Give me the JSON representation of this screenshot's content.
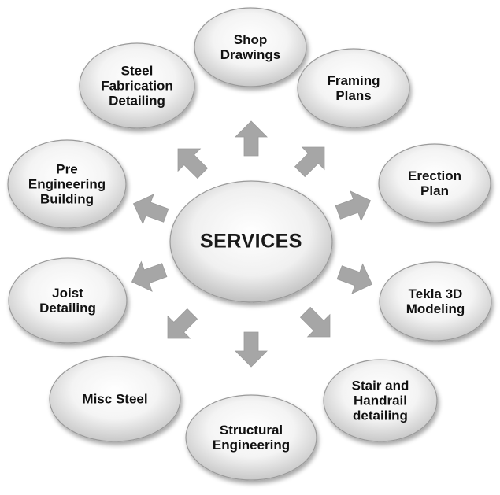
{
  "center": {
    "label": "SERVICES"
  },
  "services": [
    {
      "lines": [
        "Shop",
        "Drawings"
      ]
    },
    {
      "lines": [
        "Framing",
        "Plans"
      ]
    },
    {
      "lines": [
        "Erection",
        "Plan"
      ]
    },
    {
      "lines": [
        "Tekla 3D",
        "Modeling"
      ]
    },
    {
      "lines": [
        "Stair and",
        "Handrail",
        "detailing"
      ]
    },
    {
      "lines": [
        "Structural",
        "Engineering"
      ]
    },
    {
      "lines": [
        "Misc Steel"
      ]
    },
    {
      "lines": [
        "Joist",
        "Detailing"
      ]
    },
    {
      "lines": [
        "Pre",
        "Engineering",
        "Building"
      ]
    },
    {
      "lines": [
        "Steel",
        "Fabrication",
        "Detailing"
      ]
    }
  ],
  "colors": {
    "node_fill_light": "#ffffff",
    "node_fill_dark": "#c9c9c9",
    "node_stroke": "#9a9a9a",
    "arrow_fill": "#a6a6a6",
    "text": "#111111"
  }
}
